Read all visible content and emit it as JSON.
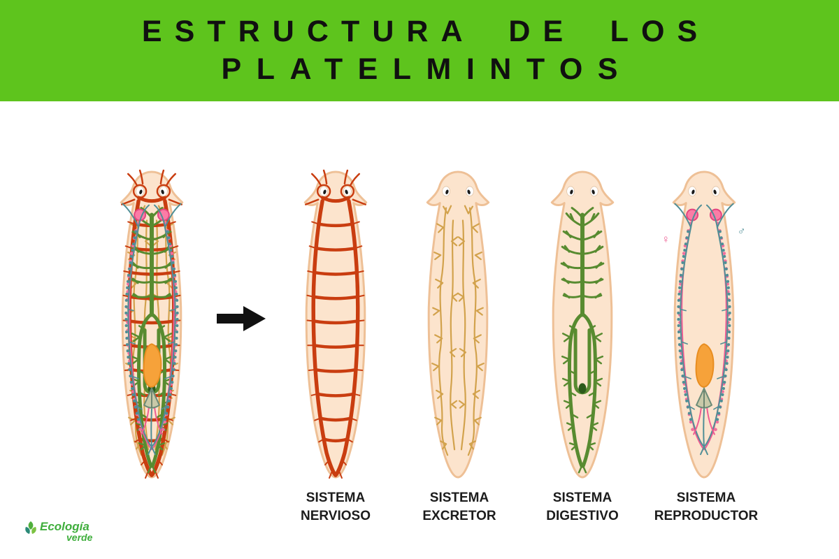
{
  "title": {
    "line1": "ESTRUCTURA DE LOS",
    "line2": "PLATELMINTOS"
  },
  "labels": {
    "nervous": {
      "line1": "SISTEMA",
      "line2": "NERVIOSO"
    },
    "excretory": {
      "line1": "SISTEMA",
      "line2": "EXCRETOR"
    },
    "digestive": {
      "line1": "SISTEMA",
      "line2": "DIGESTIVO"
    },
    "reproductive": {
      "line1": "SISTEMA",
      "line2": "REPRODUCTOR"
    }
  },
  "symbols": {
    "female": "♀",
    "male": "♂"
  },
  "logo": {
    "word1": "Ecología",
    "word2": "verde"
  },
  "palette": {
    "header_green": "#5ec41d",
    "title_text": "#101010",
    "body_fill": "#fce4cd",
    "body_outline": "#eec096",
    "nervous_red": "#c93d10",
    "excretory_tan": "#d2a24c",
    "digestive_green": "#588b30",
    "digestive_dark": "#2d5a1b",
    "repro_pink": "#ee5c92",
    "repro_teal": "#4f8e96",
    "repro_orange": "#f6a23a",
    "label_text": "#1c1c1c",
    "logo_green": "#3fae3c"
  }
}
